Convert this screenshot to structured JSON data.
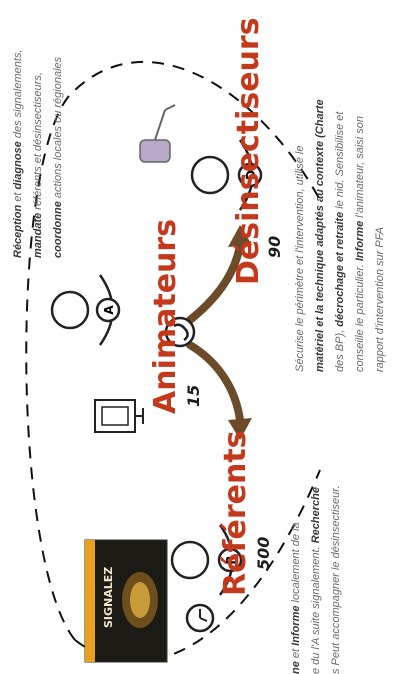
{
  "roles": {
    "referents": {
      "name": "Référents",
      "count": "500",
      "letter": "R"
    },
    "animateurs": {
      "name": "Animateurs",
      "count": "15",
      "letter": "A"
    },
    "desinsectiseurs": {
      "name": "Désinsectiseurs",
      "count": "90",
      "letter": "D"
    }
  },
  "poster": {
    "title": "SIGNALEZ"
  },
  "desc_animateurs": {
    "l1_b1": "Réception",
    "l1_t1": " et ",
    "l1_b2": "diagnose",
    "l1_t2": " des signalements,",
    "l2_b1": "mandate",
    "l2_t1": " référents et désinsectiseurs,",
    "l3_b1": "coordonne",
    "l3_t1": " actions locales ou régionales"
  },
  "desc_referents": {
    "l1_b1": "ne",
    "l1_t1": " et ",
    "l1_b2": "Informe",
    "l1_t2": " localement  de la",
    "l2_t1": "e du l'A suite signalement. ",
    "l2_b1": "Recherche",
    "l3_t1": "s Peut accompagner le désinsectiseur."
  },
  "desc_desinsectiseurs": {
    "l1": "Sécurise le périmètre et l'intervention, utilise le",
    "l2_b": "matériel et la technique adaptés au contexte (Charte",
    "l3_t1": "des BP), ",
    "l3_b": "décrochage et retraite",
    "l3_t2": " le nid. Sensibilise et",
    "l4_t1": "conseille le particulier. ",
    "l4_b": "Informe",
    "l4_t2": " l'animateur, saisi son",
    "l5": "rapport d'intervention sur PFA"
  },
  "colors": {
    "accent": "#c4381b",
    "arrow": "#6b4b2a",
    "text_dark": "#1e1e1e",
    "text_gray": "#6a6a6a"
  }
}
